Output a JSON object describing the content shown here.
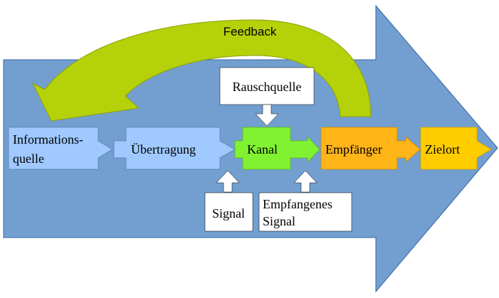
{
  "diagram": {
    "feedback_label": "Feedback",
    "noise_source_label": "Rauschquelle",
    "signal_label": "Signal",
    "received_signal_label_line1": "Empfangenes",
    "received_signal_label_line2": "Signal",
    "nodes": {
      "information_source_line1": "Informations-",
      "information_source_line2": "quelle",
      "transmission": "Übertragung",
      "channel": "Kanal",
      "receiver": "Empfänger",
      "destination": "Zielort"
    }
  },
  "colors": {
    "big_arrow": "#729fcf",
    "big_arrow_stroke": "#3465a4",
    "light_blue_node": "#9fc9ff",
    "channel_green": "#81f231",
    "feedback_green": "#b4d10a",
    "receiver_orange": "#ffb417",
    "destination_orange": "#ffcc00"
  }
}
